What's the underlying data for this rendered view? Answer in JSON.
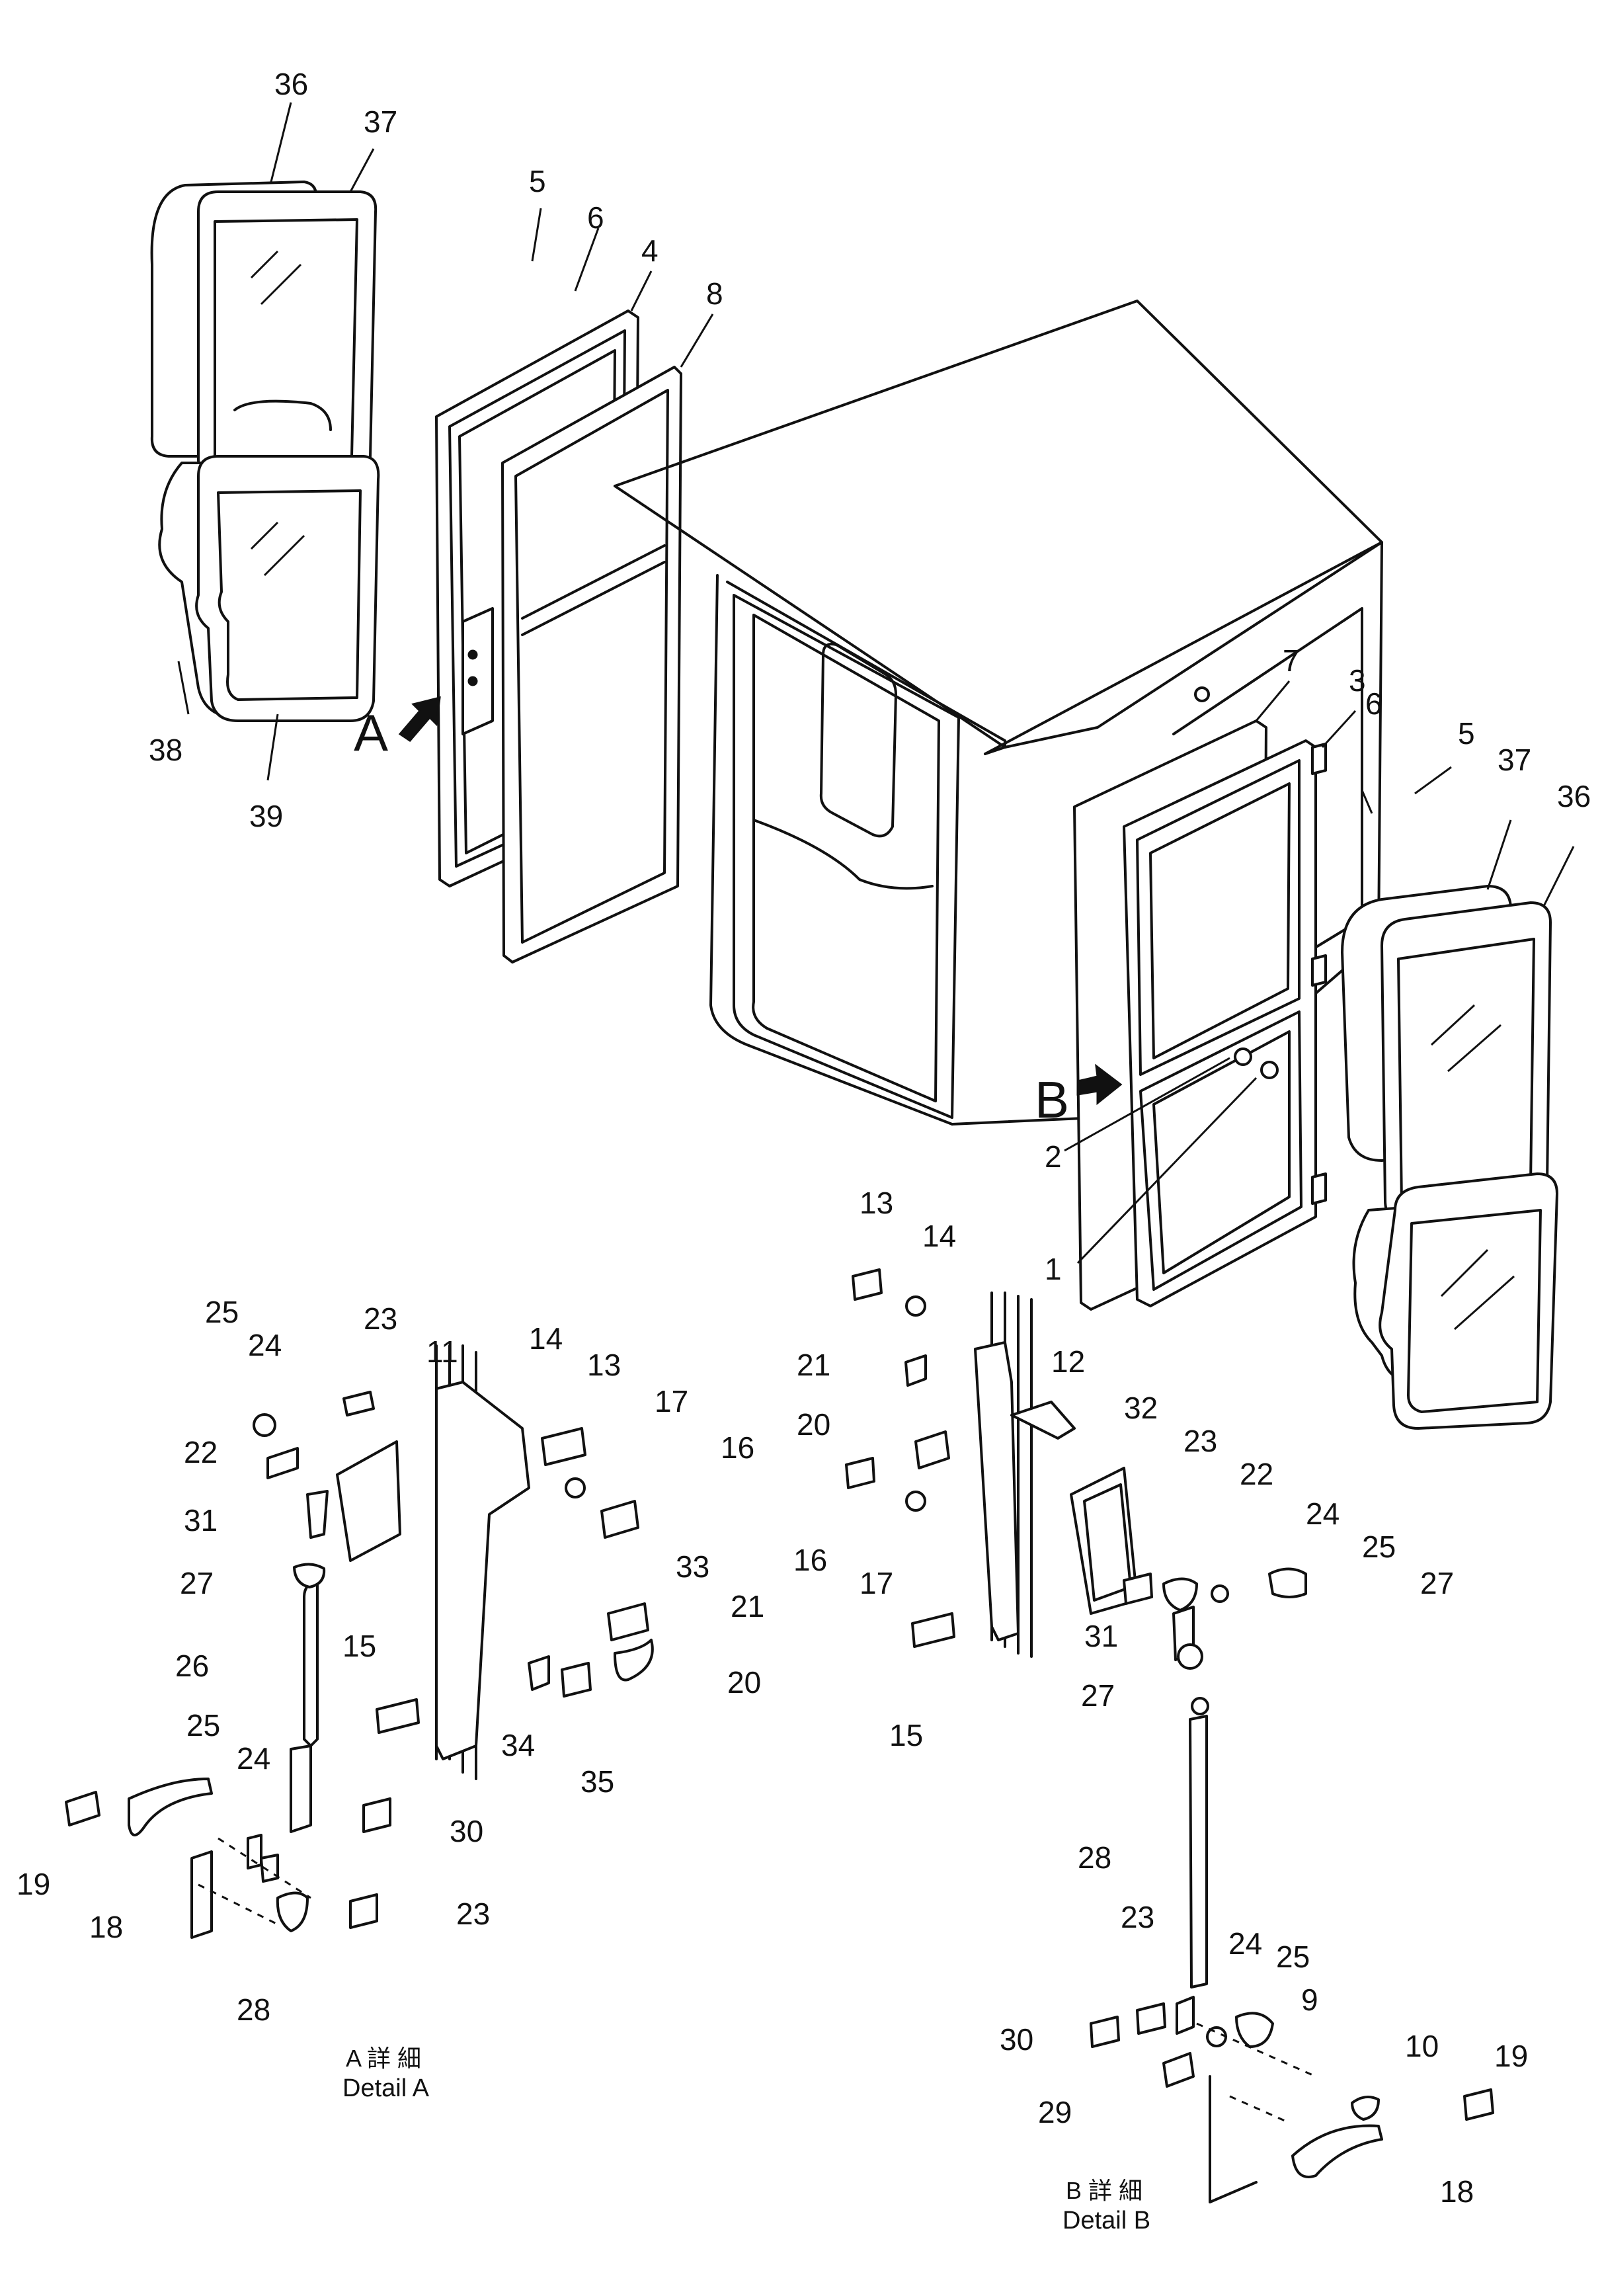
{
  "diagram": {
    "views": {
      "a": {
        "marker": "A",
        "caption_jp": "A 詳 細",
        "caption_en": "Detail A"
      },
      "b": {
        "marker": "B",
        "caption_jp": "B 詳 細",
        "caption_en": "Detail B"
      }
    },
    "callouts": [
      {
        "id": "c-top-36",
        "label": "36"
      },
      {
        "id": "c-top-37",
        "label": "37"
      },
      {
        "id": "c-top-38",
        "label": "38"
      },
      {
        "id": "c-top-39",
        "label": "39"
      },
      {
        "id": "c-top-5",
        "label": "5"
      },
      {
        "id": "c-top-6",
        "label": "6"
      },
      {
        "id": "c-top-4",
        "label": "4"
      },
      {
        "id": "c-top-8",
        "label": "8"
      },
      {
        "id": "c-r-7",
        "label": "7"
      },
      {
        "id": "c-r-3",
        "label": "3"
      },
      {
        "id": "c-r-6",
        "label": "6"
      },
      {
        "id": "c-r-5",
        "label": "5"
      },
      {
        "id": "c-r-37",
        "label": "37"
      },
      {
        "id": "c-r-36",
        "label": "36"
      },
      {
        "id": "c-r-2",
        "label": "2"
      },
      {
        "id": "c-r-1",
        "label": "1"
      },
      {
        "id": "c-a-25",
        "label": "25"
      },
      {
        "id": "c-a-24",
        "label": "24"
      },
      {
        "id": "c-a-23",
        "label": "23"
      },
      {
        "id": "c-a-11",
        "label": "11"
      },
      {
        "id": "c-a-14",
        "label": "14"
      },
      {
        "id": "c-a-13",
        "label": "13"
      },
      {
        "id": "c-a-17",
        "label": "17"
      },
      {
        "id": "c-a-16",
        "label": "16"
      },
      {
        "id": "c-a-22",
        "label": "22"
      },
      {
        "id": "c-a-31",
        "label": "31"
      },
      {
        "id": "c-a-27",
        "label": "27"
      },
      {
        "id": "c-a-33",
        "label": "33"
      },
      {
        "id": "c-a-21",
        "label": "21"
      },
      {
        "id": "c-a-26",
        "label": "26"
      },
      {
        "id": "c-a-15",
        "label": "15"
      },
      {
        "id": "c-a-20",
        "label": "20"
      },
      {
        "id": "c-a-34",
        "label": "34"
      },
      {
        "id": "c-a-35",
        "label": "35"
      },
      {
        "id": "c-a-25b",
        "label": "25"
      },
      {
        "id": "c-a-24b",
        "label": "24"
      },
      {
        "id": "c-a-30",
        "label": "30"
      },
      {
        "id": "c-a-19",
        "label": "19"
      },
      {
        "id": "c-a-18",
        "label": "18"
      },
      {
        "id": "c-a-23b",
        "label": "23"
      },
      {
        "id": "c-a-28",
        "label": "28"
      },
      {
        "id": "c-b-13",
        "label": "13"
      },
      {
        "id": "c-b-14",
        "label": "14"
      },
      {
        "id": "c-b-21",
        "label": "21"
      },
      {
        "id": "c-b-12",
        "label": "12"
      },
      {
        "id": "c-b-20",
        "label": "20"
      },
      {
        "id": "c-b-32",
        "label": "32"
      },
      {
        "id": "c-b-23",
        "label": "23"
      },
      {
        "id": "c-b-22",
        "label": "22"
      },
      {
        "id": "c-b-24",
        "label": "24"
      },
      {
        "id": "c-b-25",
        "label": "25"
      },
      {
        "id": "c-b-16",
        "label": "16"
      },
      {
        "id": "c-b-17",
        "label": "17"
      },
      {
        "id": "c-b-27",
        "label": "27"
      },
      {
        "id": "c-b-31",
        "label": "31"
      },
      {
        "id": "c-b-27b",
        "label": "27"
      },
      {
        "id": "c-b-15",
        "label": "15"
      },
      {
        "id": "c-b-28",
        "label": "28"
      },
      {
        "id": "c-b-23b",
        "label": "23"
      },
      {
        "id": "c-b-24b",
        "label": "24"
      },
      {
        "id": "c-b-25b",
        "label": "25"
      },
      {
        "id": "c-b-9",
        "label": "9"
      },
      {
        "id": "c-b-30",
        "label": "30"
      },
      {
        "id": "c-b-10",
        "label": "10"
      },
      {
        "id": "c-b-19",
        "label": "19"
      },
      {
        "id": "c-b-29",
        "label": "29"
      },
      {
        "id": "c-b-18",
        "label": "18"
      }
    ]
  }
}
